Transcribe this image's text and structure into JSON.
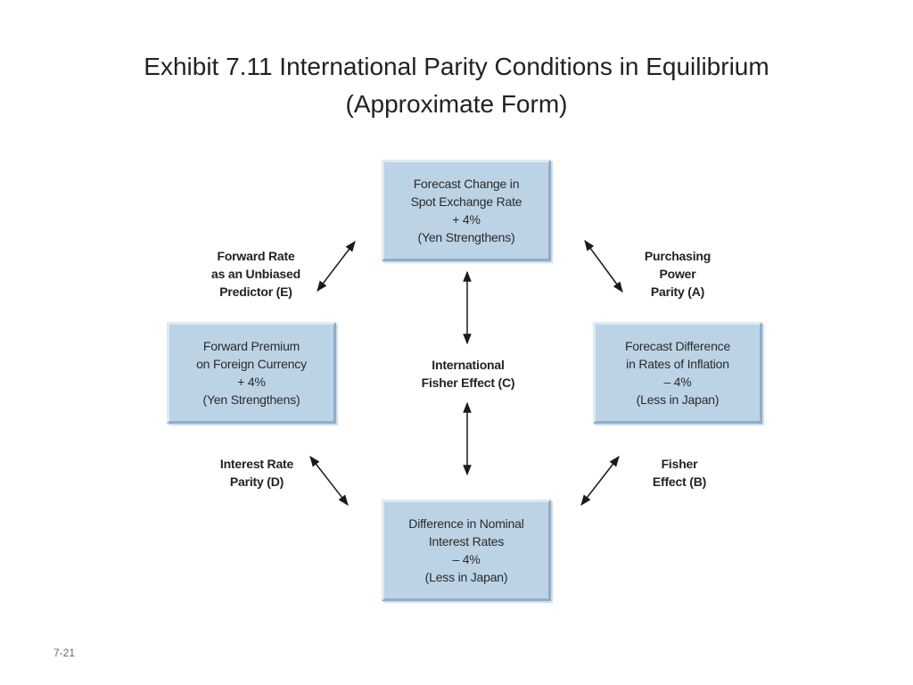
{
  "title": {
    "line1": "Exhibit 7.11  International Parity Conditions in Equilibrium",
    "line2": "(Approximate Form)"
  },
  "boxes": {
    "top": [
      "Forecast Change in",
      "Spot Exchange Rate",
      "+ 4%",
      "(Yen Strengthens)"
    ],
    "left": [
      "Forward Premium",
      "on Foreign Currency",
      "+ 4%",
      "(Yen Strengthens)"
    ],
    "right": [
      "Forecast Difference",
      "in Rates of Inflation",
      "– 4%",
      "(Less in Japan)"
    ],
    "bottom": [
      "Difference in Nominal",
      "Interest Rates",
      "– 4%",
      "(Less in Japan)"
    ]
  },
  "labels": {
    "e": [
      "Forward Rate",
      "as an Unbiased",
      "Predictor (E)"
    ],
    "a": [
      "Purchasing",
      "Power",
      "Parity (A)"
    ],
    "c": [
      "International",
      "Fisher Effect (C)"
    ],
    "d": [
      "Interest Rate",
      "Parity (D)"
    ],
    "b": [
      "Fisher",
      "Effect (B)"
    ]
  },
  "slide_number": "7-21",
  "colors": {
    "box_fill": "#bcd3e6",
    "box_light_edge": "#dde9f3",
    "box_dark_edge": "#8eaecb",
    "arrow": "#1a1a1a"
  }
}
